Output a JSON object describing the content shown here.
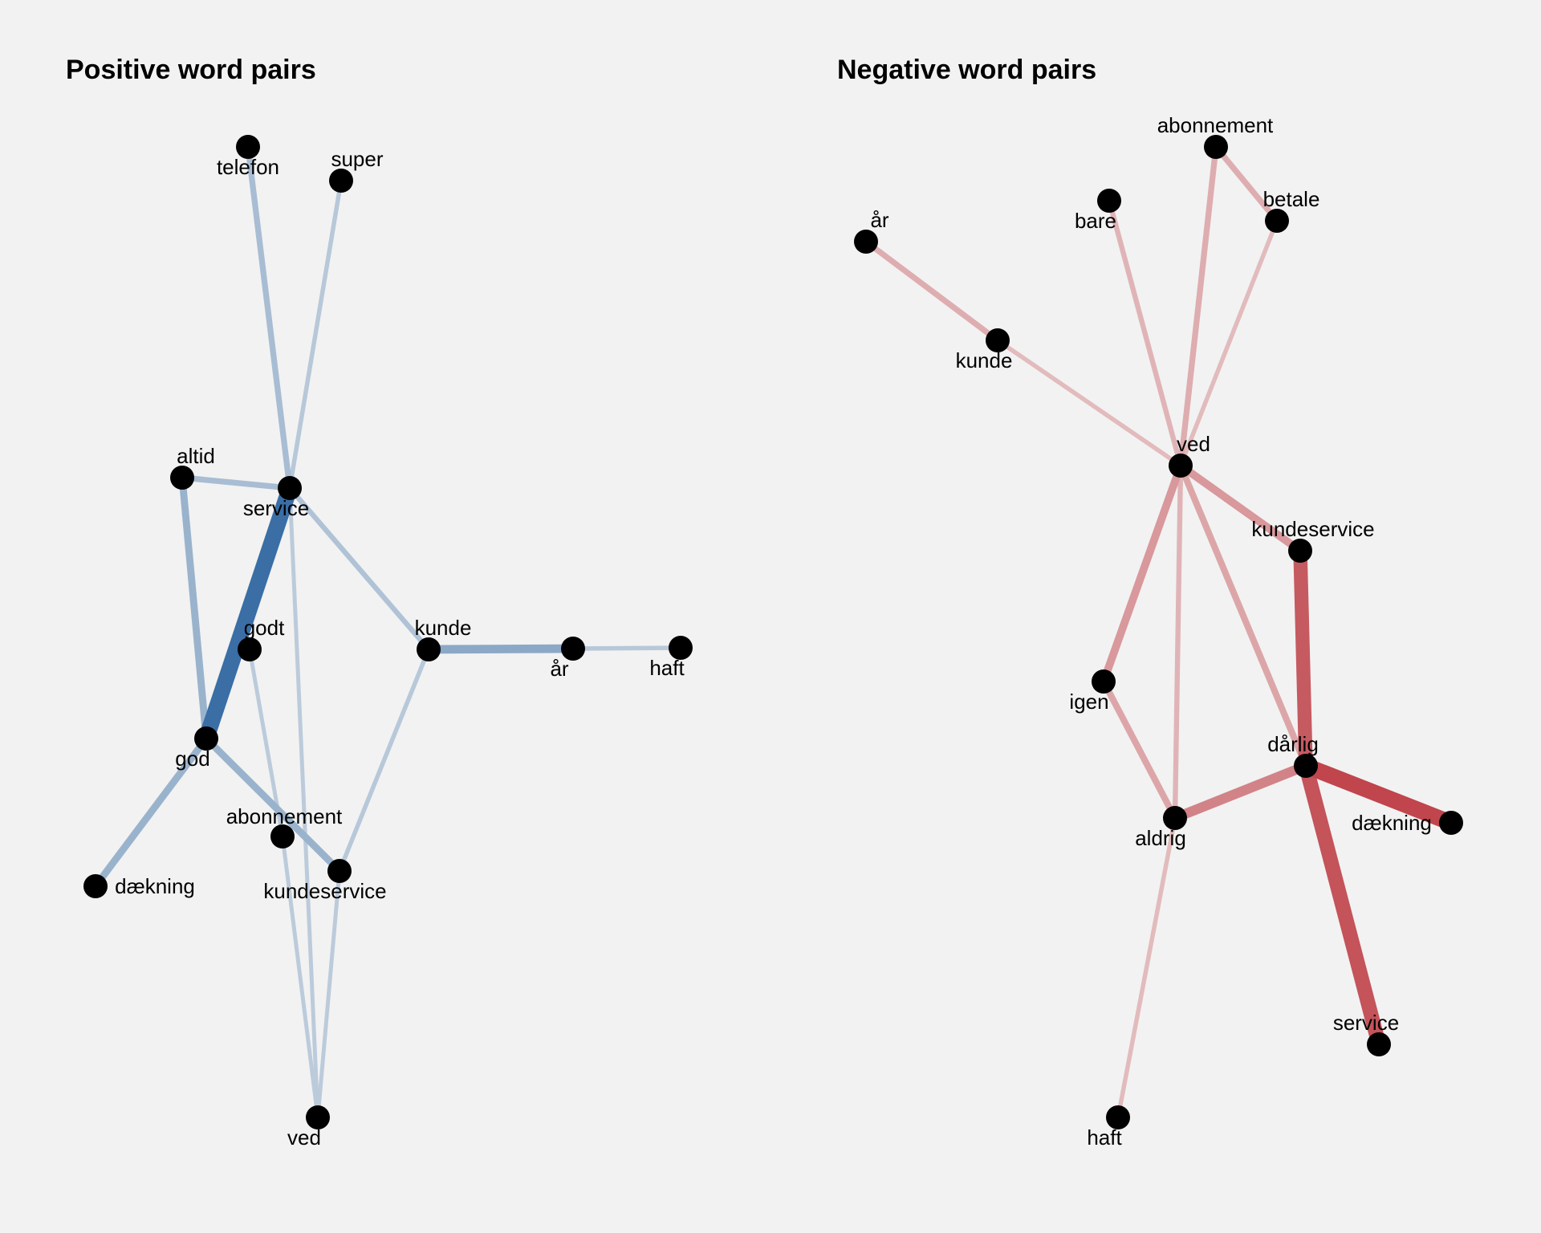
{
  "panels": {
    "positive": {
      "title": "Positive word pairs",
      "edge_color": "#3a6ea5",
      "nodes": [
        "telefon",
        "super",
        "altid",
        "service",
        "godt",
        "kunde",
        "år",
        "haft",
        "god",
        "abonnement",
        "kundeservice",
        "dækning",
        "ved"
      ],
      "edges": [
        {
          "source": "service",
          "target": "god",
          "weight": 1.0
        },
        {
          "source": "kunde",
          "target": "år",
          "weight": 0.45
        },
        {
          "source": "altid",
          "target": "god",
          "weight": 0.35
        },
        {
          "source": "god",
          "target": "dækning",
          "weight": 0.35
        },
        {
          "source": "god",
          "target": "kundeservice",
          "weight": 0.35
        },
        {
          "source": "telefon",
          "target": "service",
          "weight": 0.25
        },
        {
          "source": "altid",
          "target": "service",
          "weight": 0.25
        },
        {
          "source": "service",
          "target": "kunde",
          "weight": 0.2
        },
        {
          "source": "super",
          "target": "service",
          "weight": 0.15
        },
        {
          "source": "år",
          "target": "haft",
          "weight": 0.15
        },
        {
          "source": "kunde",
          "target": "kundeservice",
          "weight": 0.15
        },
        {
          "source": "service",
          "target": "ved",
          "weight": 0.12
        },
        {
          "source": "godt",
          "target": "abonnement",
          "weight": 0.12
        },
        {
          "source": "abonnement",
          "target": "ved",
          "weight": 0.12
        },
        {
          "source": "kundeservice",
          "target": "ved",
          "weight": 0.12
        }
      ]
    },
    "negative": {
      "title": "Negative word pairs",
      "edge_color": "#c0454d",
      "nodes": [
        "abonnement",
        "betale",
        "bare",
        "år",
        "kunde",
        "ved",
        "kundeservice",
        "igen",
        "dårlig",
        "dækning",
        "aldrig",
        "service",
        "haft"
      ],
      "edges": [
        {
          "source": "dårlig",
          "target": "dækning",
          "weight": 1.0
        },
        {
          "source": "dårlig",
          "target": "service",
          "weight": 0.9
        },
        {
          "source": "kundeservice",
          "target": "dårlig",
          "weight": 0.85
        },
        {
          "source": "aldrig",
          "target": "dårlig",
          "weight": 0.55
        },
        {
          "source": "ved",
          "target": "kundeservice",
          "weight": 0.4
        },
        {
          "source": "ved",
          "target": "igen",
          "weight": 0.4
        },
        {
          "source": "ved",
          "target": "dårlig",
          "weight": 0.3
        },
        {
          "source": "igen",
          "target": "aldrig",
          "weight": 0.3
        },
        {
          "source": "år",
          "target": "kunde",
          "weight": 0.25
        },
        {
          "source": "abonnement",
          "target": "ved",
          "weight": 0.25
        },
        {
          "source": "abonnement",
          "target": "betale",
          "weight": 0.25
        },
        {
          "source": "ved",
          "target": "aldrig",
          "weight": 0.2
        },
        {
          "source": "bare",
          "target": "ved",
          "weight": 0.2
        },
        {
          "source": "betale",
          "target": "ved",
          "weight": 0.15
        },
        {
          "source": "kunde",
          "target": "ved",
          "weight": 0.15
        },
        {
          "source": "aldrig",
          "target": "haft",
          "weight": 0.15
        }
      ]
    }
  }
}
